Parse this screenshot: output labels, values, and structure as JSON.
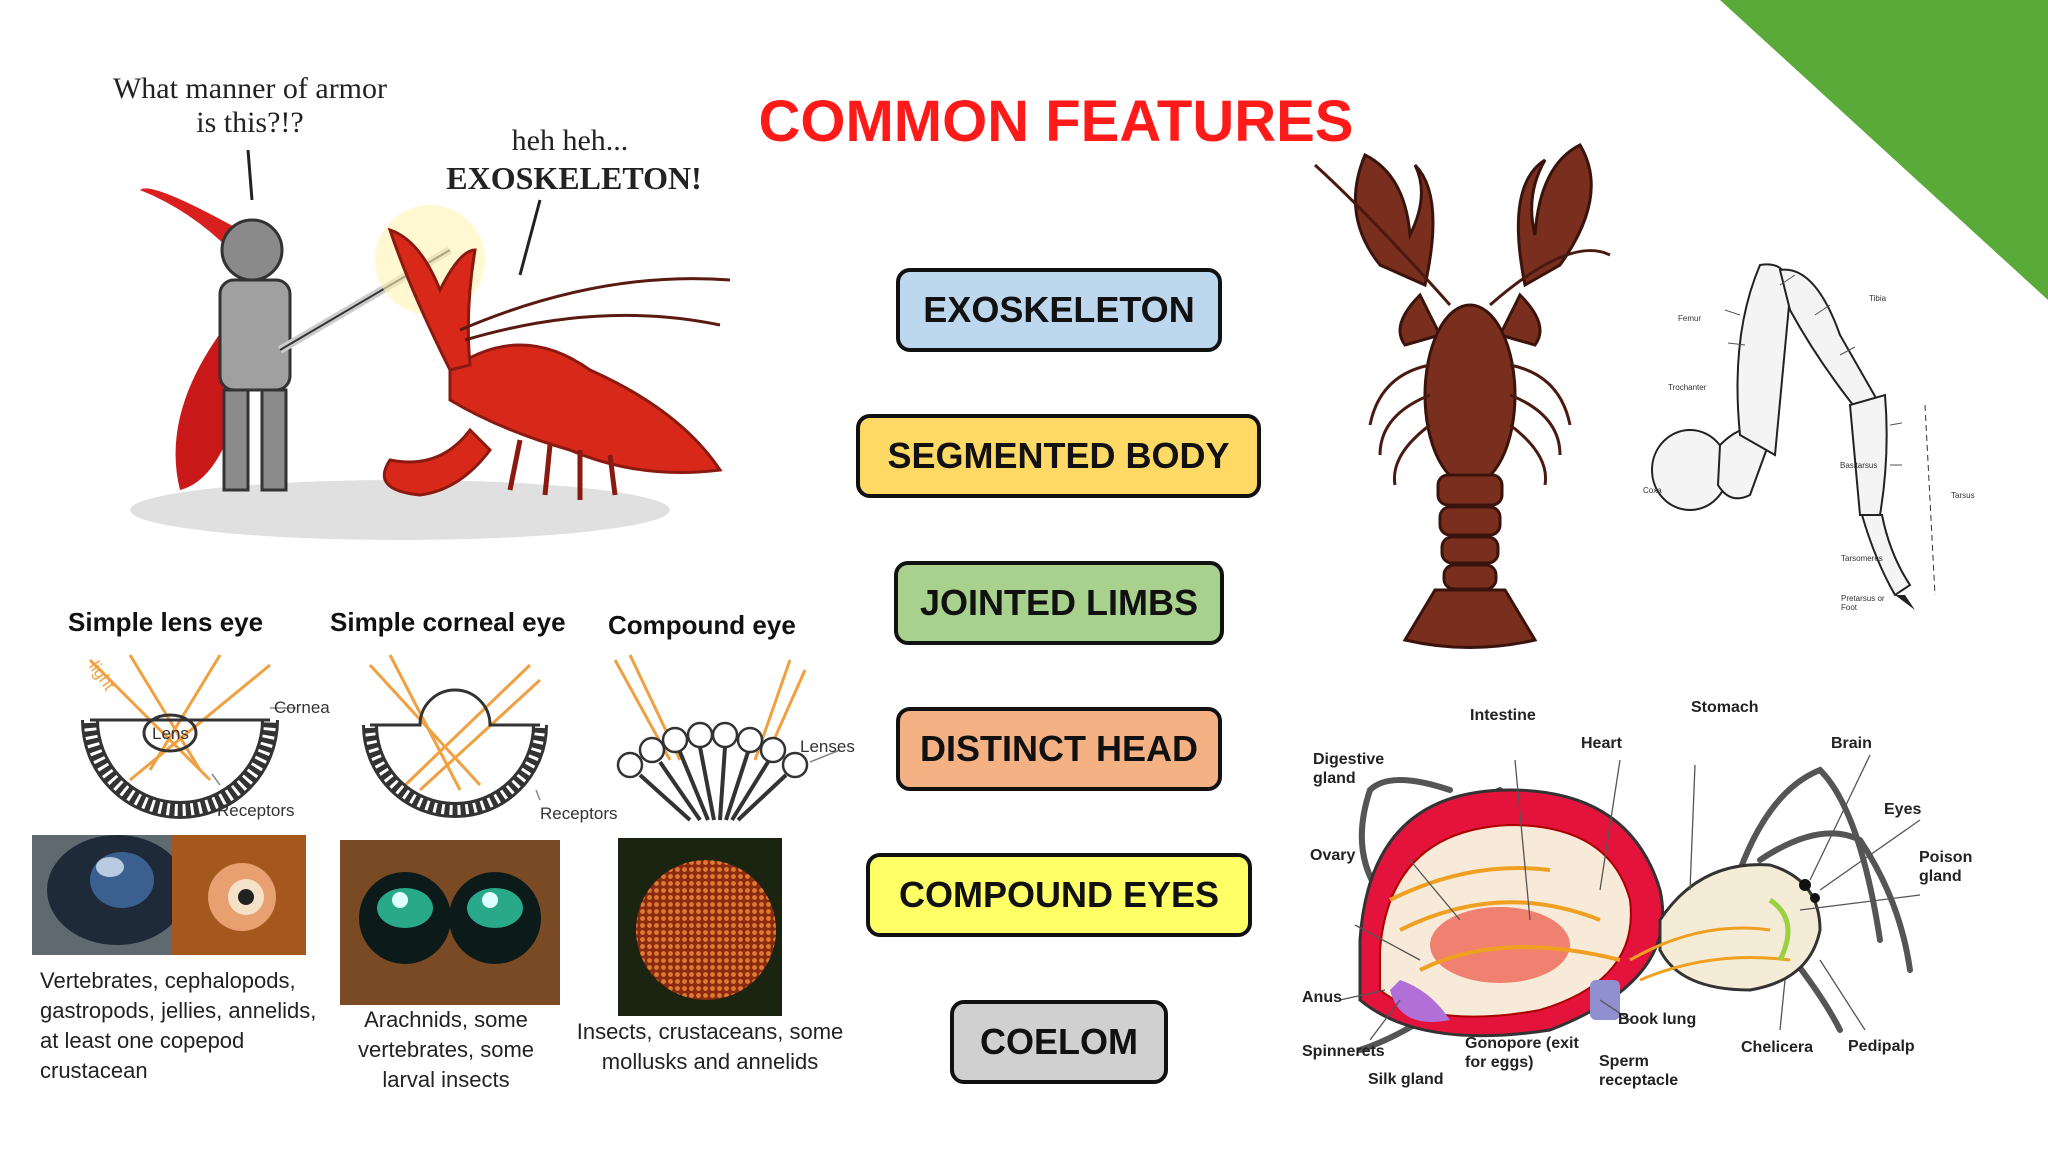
{
  "slide": {
    "title": "COMMON FEATURES",
    "accent_color": "#5aaa3a"
  },
  "features": [
    {
      "label": "EXOSKELETON",
      "color": "#bdd7ee"
    },
    {
      "label": "SEGMENTED BODY",
      "color": "#ffd966"
    },
    {
      "label": "JOINTED LIMBS",
      "color": "#a9d18e"
    },
    {
      "label": "DISTINCT HEAD",
      "color": "#f4b183"
    },
    {
      "label": "COMPOUND EYES",
      "color": "#ffff66"
    },
    {
      "label": "COELOM",
      "color": "#d0d0d0"
    }
  ],
  "comic": {
    "knight_speech": "What manner of armor is this?!?",
    "lobster_speech_1": "heh heh...",
    "lobster_speech_2": "EXOSKELETON!"
  },
  "eyes": {
    "simple_lens": {
      "title": "Simple lens eye",
      "labels": [
        "light",
        "Lens",
        "Cornea",
        "Receptors"
      ],
      "caption": "Vertebrates, cephalopods, gastropods, jellies, annelids, at least one copepod crustacean"
    },
    "simple_corneal": {
      "title": "Simple corneal eye",
      "labels": [
        "Receptors"
      ],
      "caption": "Arachnids, some vertebrates, some larval insects"
    },
    "compound": {
      "title": "Compound eye",
      "labels": [
        "Lenses"
      ],
      "caption": "Insects, crustaceans, some mollusks and annelids"
    }
  },
  "leg_labels": [
    "Femur",
    "Trochanter",
    "Coxa",
    "Tibia",
    "Basitarsus",
    "Tarsus",
    "Tarsomeres",
    "Pretarsus or Foot"
  ],
  "spider_labels": {
    "intestine": "Intestine",
    "stomach": "Stomach",
    "heart": "Heart",
    "brain": "Brain",
    "digestive_gland": "Digestive gland",
    "eyes": "Eyes",
    "poison_gland": "Poison gland",
    "ovary": "Ovary",
    "anus": "Anus",
    "book_lung": "Book lung",
    "spinnerets": "Spinnerets",
    "gonopore": "Gonopore (exit for eggs)",
    "sperm_receptacle": "Sperm receptacle",
    "chelicera": "Chelicera",
    "pedipalp": "Pedipalp",
    "silk_gland": "Silk gland"
  }
}
